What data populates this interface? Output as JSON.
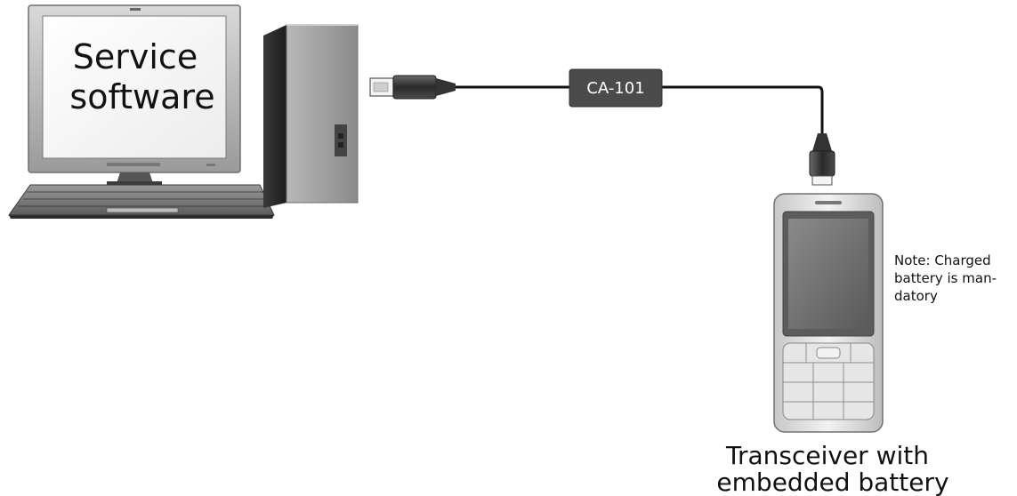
{
  "screen_label": {
    "line1": "Service",
    "line2": "software"
  },
  "cable_label": "CA-101",
  "note": {
    "line1": "Note: Charged",
    "line2": "battery is man-",
    "line3": "datory"
  },
  "device_caption": {
    "line1": "Transceiver with",
    "line2": "embedded battery"
  }
}
